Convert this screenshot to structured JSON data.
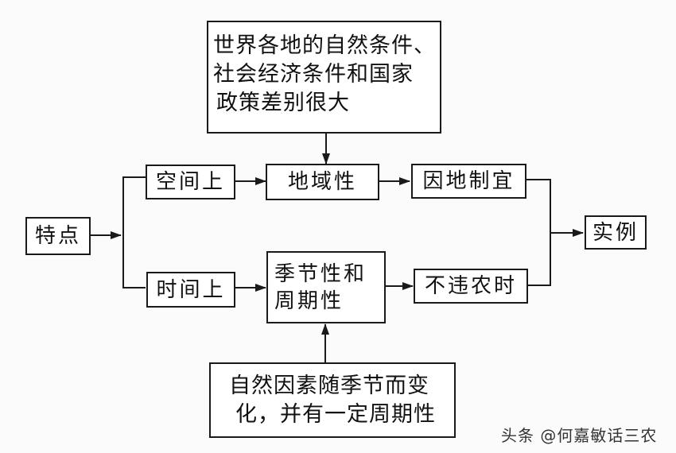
{
  "diagram": {
    "conditions_box": [
      "世界各地的自然条件、",
      "社会经济条件和国家",
      "政策差别很大"
    ],
    "features": "特点",
    "spatial": "空间上",
    "temporal": "时间上",
    "regionality": "地域性",
    "seasonality": [
      "季节性和",
      "周期性"
    ],
    "local_adaptation": "因地制宜",
    "timely_farming": "不违农时",
    "examples": "实例",
    "nature_box": [
      "自然因素随季节而变",
      "化，并有一定周期性"
    ]
  },
  "watermark": "头条 @何嘉敏话三农",
  "colors": {
    "line": "#1a1a1a",
    "background": "#fbfbfc"
  }
}
